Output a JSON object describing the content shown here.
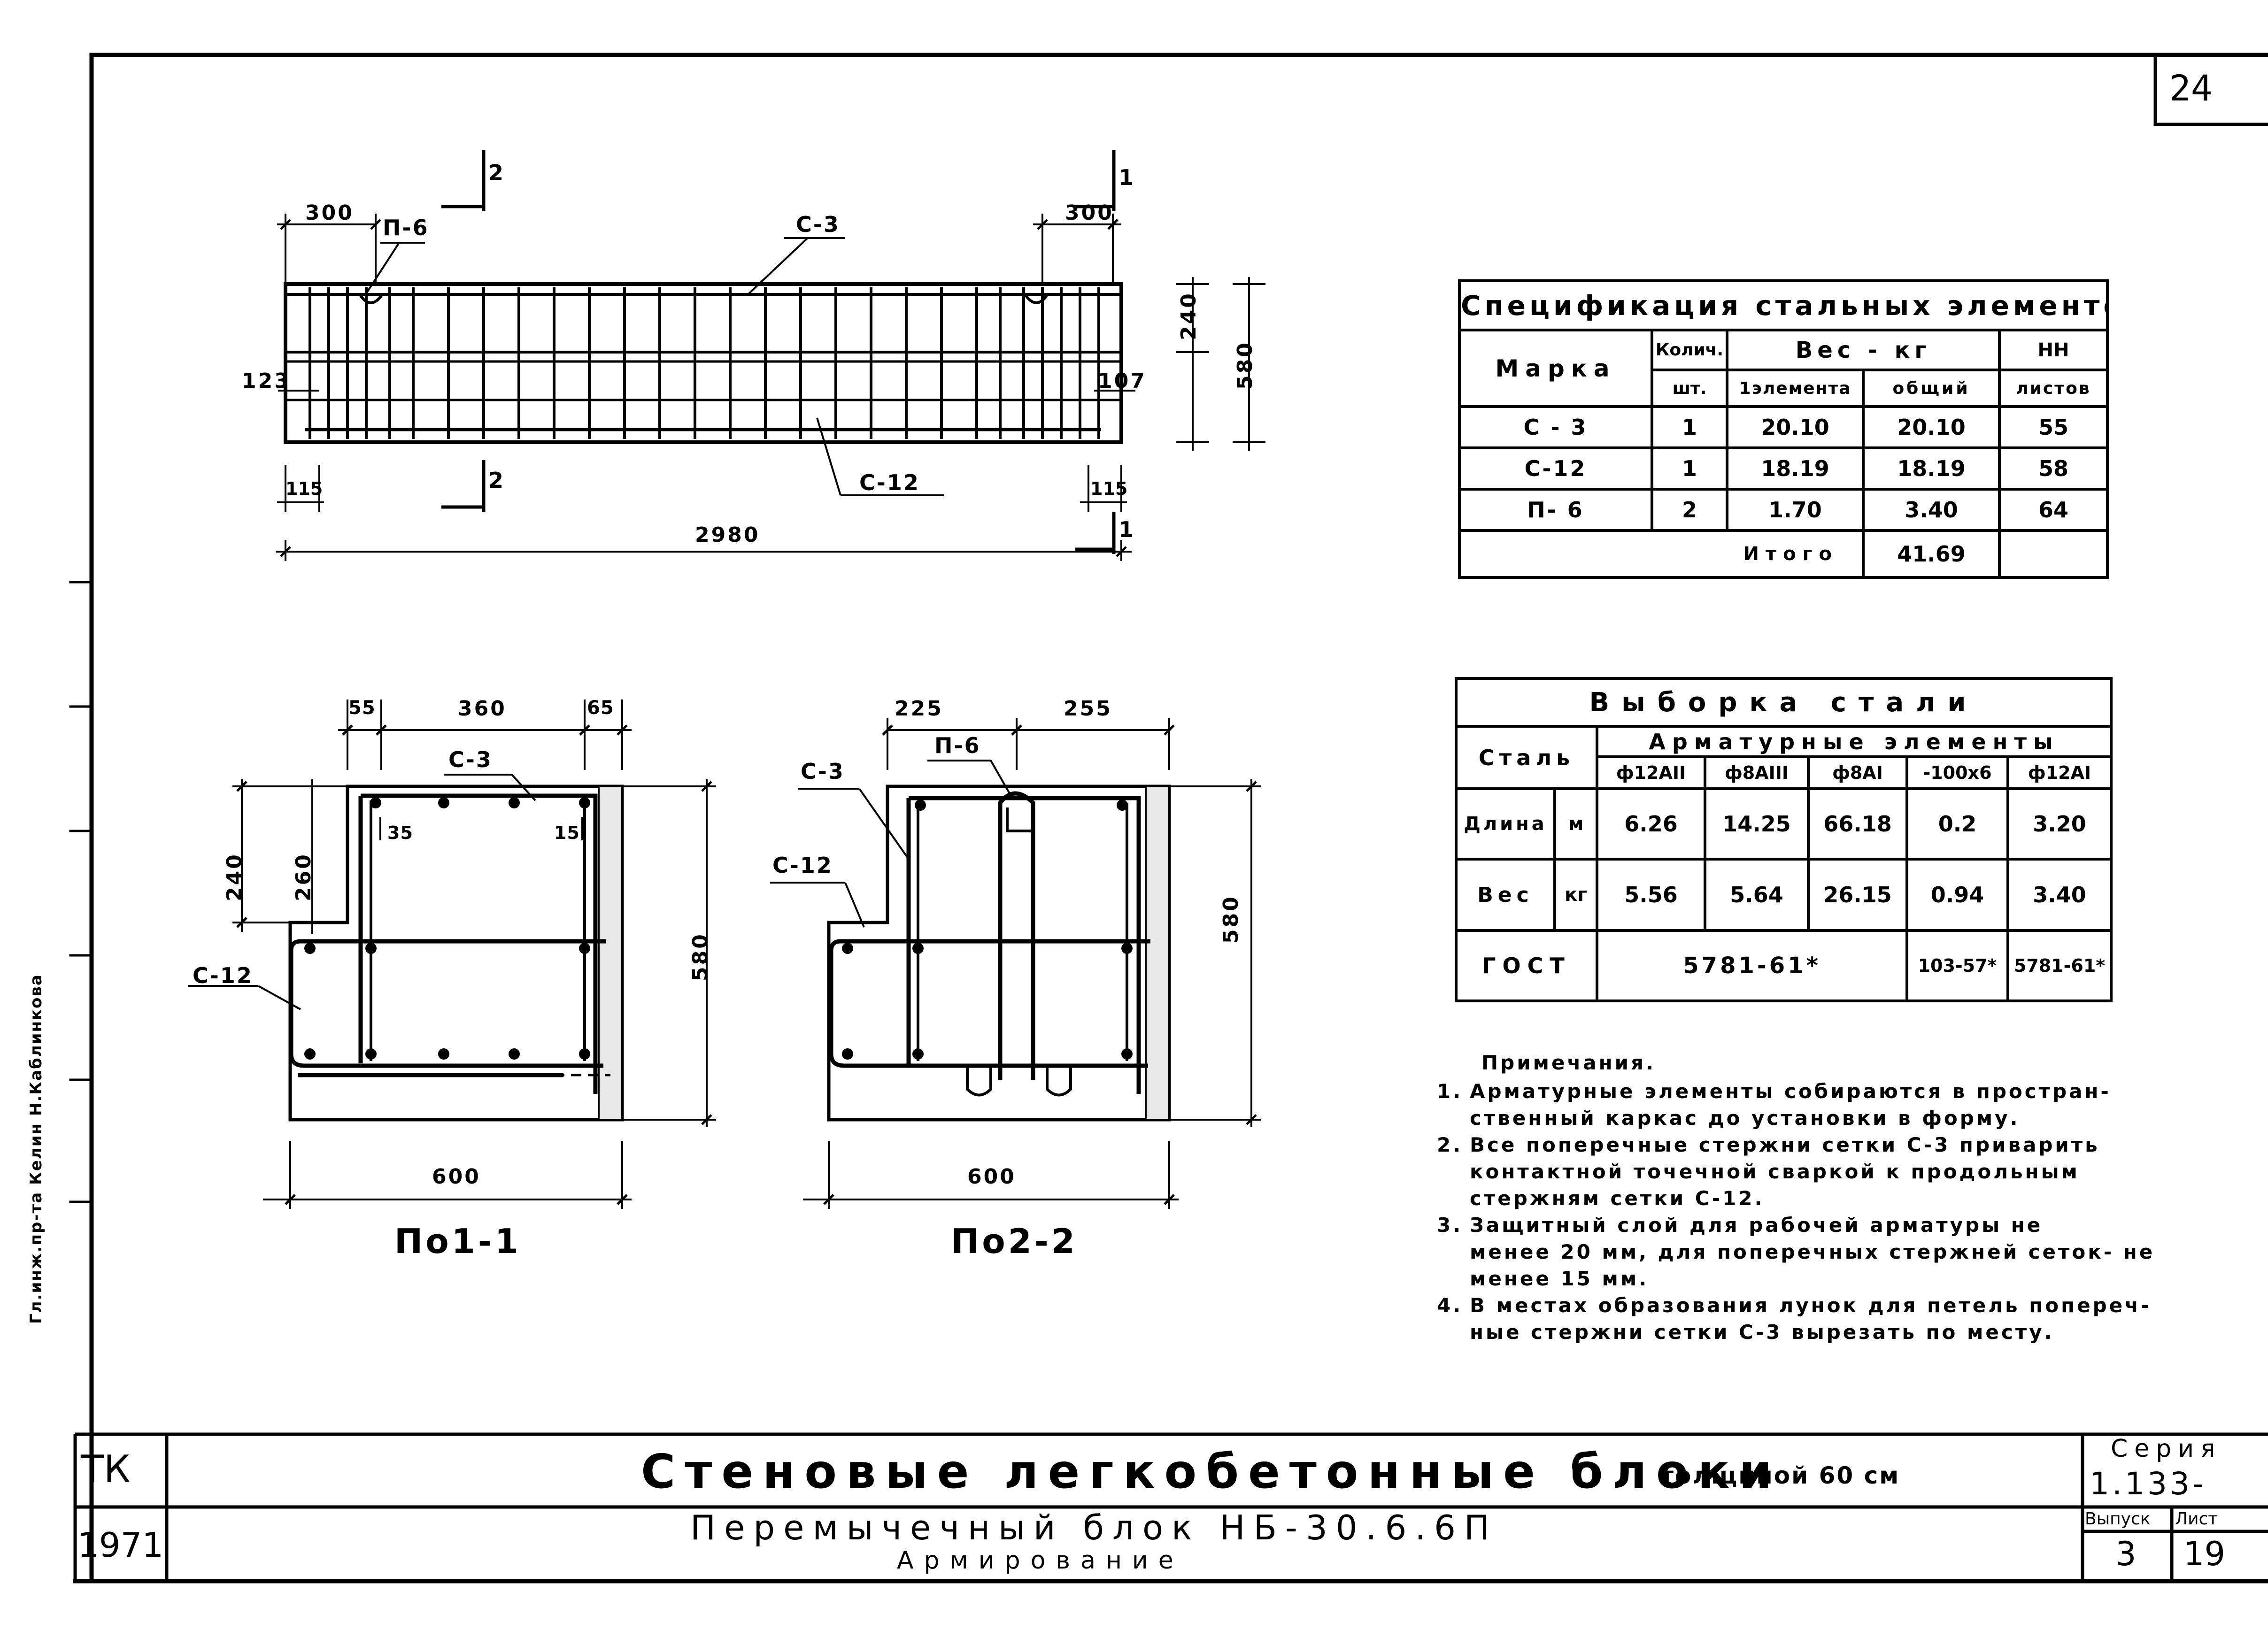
{
  "sheet": {
    "number": "24",
    "side_stamp": "Гл.инж.пр-та  Келин  Н.Каблинкова"
  },
  "elevation": {
    "dims": {
      "end_left": "300",
      "end_right": "300",
      "top_height": "240",
      "height": "580",
      "left_mid": "123",
      "right_mid": "107",
      "bottom_left": "115",
      "bottom_right": "115",
      "length": "2980"
    },
    "labels": {
      "p6": "П-6",
      "c3": "С-3",
      "c12": "С-12"
    },
    "cuts": {
      "a_top": "2",
      "a_bottom": "2",
      "b_top": "1",
      "b_bottom": "1"
    }
  },
  "section1": {
    "title": "По1-1",
    "dims": {
      "a": "55",
      "b": "360",
      "c": "65",
      "d": "35",
      "e": "15",
      "h1": "240",
      "h2": "260",
      "h3": "580",
      "w": "600"
    },
    "labels": {
      "c3": "С-3",
      "c12": "С-12"
    }
  },
  "section2": {
    "title": "По2-2",
    "dims": {
      "a": "225",
      "b": "255",
      "h": "580",
      "w": "600"
    },
    "labels": {
      "c3": "С-3",
      "p6": "П-6",
      "c12": "С-12"
    }
  },
  "spec_table": {
    "title": "Спецификация стальных элементов",
    "headers": {
      "mark": "Марка",
      "qty": "Колич.",
      "qty_unit": "шт.",
      "weight": "Вес - кг",
      "element": "1элемента",
      "total": "общий",
      "sheets": "НН",
      "sheets2": "листов"
    },
    "rows": [
      {
        "mark": "С - 3",
        "qty": "1",
        "element": "20.10",
        "total": "20.10",
        "sheet": "55"
      },
      {
        "mark": "С-12",
        "qty": "1",
        "element": "18.19",
        "total": "18.19",
        "sheet": "58"
      },
      {
        "mark": "П- 6",
        "qty": "2",
        "element": "1.70",
        "total": "3.40",
        "sheet": "64"
      }
    ],
    "total_label": "Итого",
    "total_value": "41.69"
  },
  "steel_table": {
    "title": "Выборка стали",
    "headers": {
      "steel": "Сталь",
      "group": "Арматурные элементы"
    },
    "cols": [
      "ф12АII",
      "ф8АIII",
      "ф8АI",
      "-100х6",
      "ф12АI"
    ],
    "length": {
      "label": "Длина",
      "unit": "м",
      "values": [
        "6.26",
        "14.25",
        "66.18",
        "0.2",
        "3.20"
      ]
    },
    "weight": {
      "label": "Вес",
      "unit": "кг",
      "values": [
        "5.56",
        "5.64",
        "26.15",
        "0.94",
        "3.40"
      ]
    },
    "gost": {
      "label": "ГОСТ",
      "v1": "5781-61*",
      "v2": "103-57*",
      "v3": "5781-61*"
    }
  },
  "notes": {
    "title": "Примечания.",
    "items": [
      {
        "n": "1.",
        "l1": "Арматурные элементы собираются в простран-",
        "l2": "ственный каркас до установки в форму."
      },
      {
        "n": "2.",
        "l1": "Все поперечные стержни сетки С-3 приварить",
        "l2": "контактной точечной сваркой к продольным",
        "l3": "стержням сетки С-12."
      },
      {
        "n": "3.",
        "l1": "Защитный слой для рабочей арматуры не",
        "l2": "менее 20 мм, для поперечных стержней сеток- не",
        "l3": "менее 15 мм."
      },
      {
        "n": "4.",
        "l1": "В местах образования лунок для петель попереч-",
        "l2": "ные стержни сетки С-3 вырезать по месту."
      }
    ]
  },
  "title_block": {
    "org": "ТК",
    "year": "1971",
    "title": "Стеновые легкобетонные блоки",
    "thickness": "толщиной 60 см",
    "subtitle": "Перемычечный блок НБ-30.6.6П",
    "subtitle2": "Армирование",
    "series_label": "Серия",
    "series": "1.133-",
    "issue_label": "Выпуск",
    "issue": "3",
    "sheet_label": "Лист",
    "sheet": "19"
  }
}
